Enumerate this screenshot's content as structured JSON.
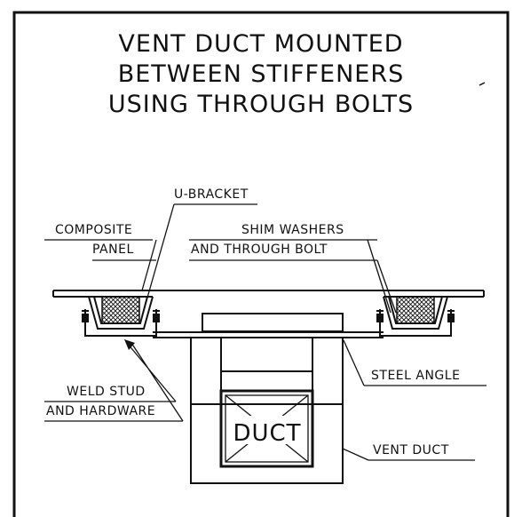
{
  "title": {
    "line1": "VENT DUCT MOUNTED",
    "line2": "BETWEEN STIFFENERS",
    "line3": "USING THROUGH BOLTS"
  },
  "labels": {
    "u_bracket": "U-BRACKET",
    "composite_line1": "COMPOSITE",
    "composite_line2": "PANEL",
    "shim_line1": "SHIM WASHERS",
    "shim_line2": "AND THROUGH BOLT",
    "weld_line1": "WELD STUD",
    "weld_line2": "AND HARDWARE",
    "steel_angle": "STEEL ANGLE",
    "vent_duct": "VENT DUCT",
    "duct": "DUCT"
  },
  "colors": {
    "ink": "#111111",
    "background": "#ffffff"
  }
}
